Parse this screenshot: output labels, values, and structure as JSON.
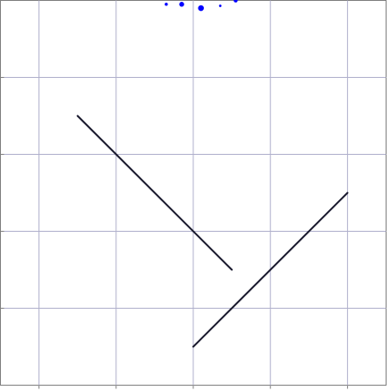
{
  "chart_data": {
    "type": "line",
    "xlim": [
      -5,
      0
    ],
    "ylim": [
      -2,
      3
    ],
    "x_gridlines": [
      -4.5,
      -3.5,
      -2.5,
      -1.5,
      -0.5
    ],
    "y_gridlines": [
      -1,
      0,
      1,
      2
    ],
    "grid": true,
    "segments": [
      {
        "id": "segment-1",
        "points": [
          [
            -4,
            1.5
          ],
          [
            -2,
            -0.5
          ]
        ]
      },
      {
        "id": "segment-2",
        "points": [
          [
            -2.5,
            -1.5
          ],
          [
            -0.5,
            0.5
          ]
        ]
      }
    ],
    "points": [
      {
        "id": "dot-1",
        "x": -2.85,
        "y": 2.95,
        "size": 2.5
      },
      {
        "id": "dot-2",
        "x": -2.65,
        "y": 2.95,
        "size": 4.5
      },
      {
        "id": "dot-3",
        "x": -2.4,
        "y": 2.9,
        "size": 5.5
      },
      {
        "id": "dot-4",
        "x": -2.15,
        "y": 2.93,
        "size": 1.8
      },
      {
        "id": "dot-5",
        "x": -1.95,
        "y": 3.0,
        "size": 3.5
      }
    ],
    "colors": {
      "line": "#1a1a2e",
      "points": "#0000ff",
      "grid": "#b0b0cc",
      "frame": "#808080"
    }
  }
}
